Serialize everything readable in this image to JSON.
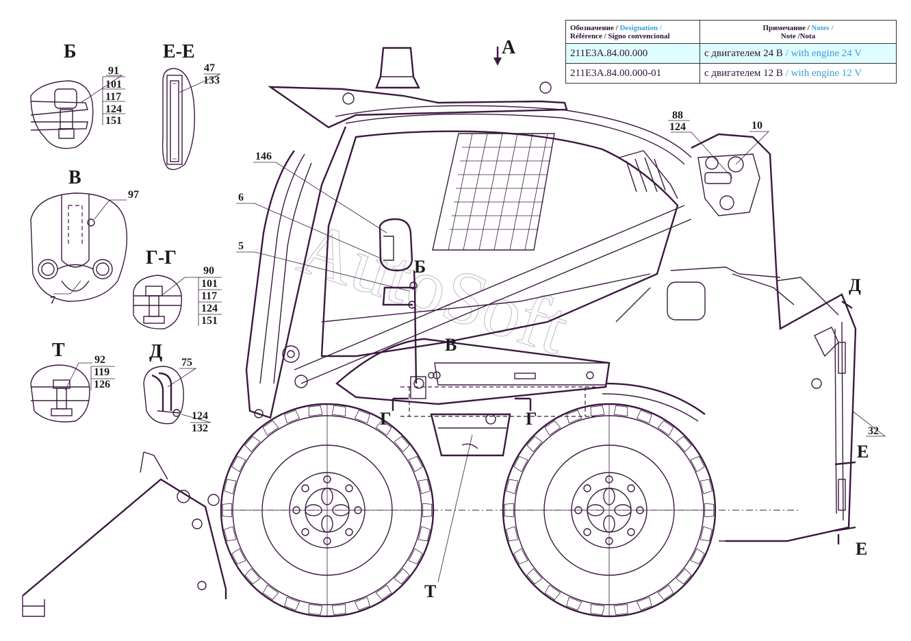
{
  "table": {
    "headers": [
      {
        "ru": "Обозначение /",
        "en": "Designation /",
        "line2": "Référence / Signo convencional"
      },
      {
        "ru": "Примечание /",
        "en": "Notes /",
        "line2": "Note /Nota"
      }
    ],
    "rows": [
      {
        "designation": "211Е3А.84.00.000",
        "note_ru": "с двигателем 24 В",
        "note_en": "/ with engine 24 V"
      },
      {
        "designation": "211Е3А.84.00.000-01",
        "note_ru": "с двигателем 12 В",
        "note_en": "/ with engine 12 V"
      }
    ]
  },
  "view_labels": {
    "A": "А",
    "B_cyr": "Б",
    "V": "В",
    "G": "Г",
    "D": "Д",
    "E": "Е",
    "T": "Т",
    "EE": "Е-Е",
    "GG": "Г-Г"
  },
  "callouts": {
    "b_stack": [
      "91",
      "101",
      "117",
      "124",
      "151"
    ],
    "ee_stack": [
      "47",
      "133"
    ],
    "v_97": "97",
    "v_7": "7",
    "gg_stack": [
      "90",
      "101",
      "117",
      "124",
      "151"
    ],
    "t_stack": [
      "92",
      "119",
      "126"
    ],
    "d_75": "75",
    "d_stack": [
      "124",
      "132"
    ],
    "c146": "146",
    "c6": "6",
    "c5": "5",
    "c88_stack": [
      "88",
      "124"
    ],
    "c10": "10",
    "c32": "32"
  },
  "watermark": "AutoSoft"
}
